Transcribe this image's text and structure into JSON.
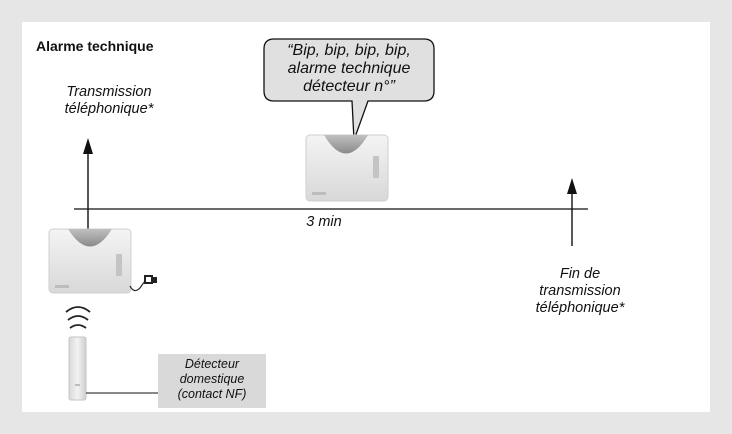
{
  "title": "Alarme technique",
  "speech_bubble": {
    "line1": "“Bip, bip, bip, bip,",
    "line2": "alarme technique",
    "line3": "détecteur n°”"
  },
  "transmission_start": {
    "line1": "Transmission",
    "line2": "téléphonique*"
  },
  "transmission_end": {
    "line1": "Fin de",
    "line2": "transmission",
    "line3": "téléphonique*"
  },
  "duration_label": "3 min",
  "detector_label": {
    "line1": "Détecteur",
    "line2": "domestique",
    "line3": "(contact NF)"
  }
}
